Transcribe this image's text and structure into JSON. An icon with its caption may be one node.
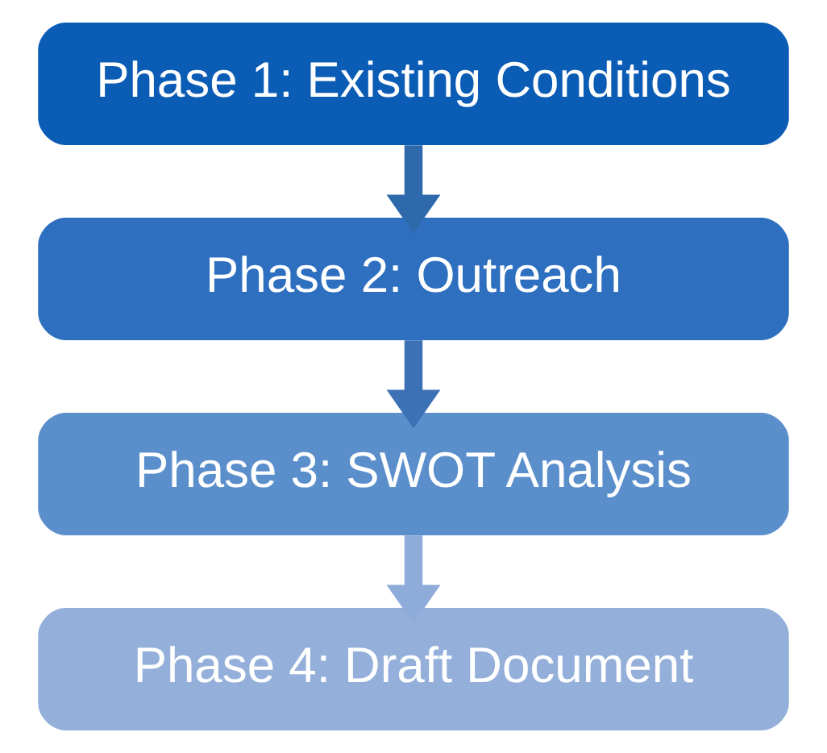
{
  "diagram": {
    "nodes": [
      {
        "text": [
          "Phase 1: Existing Conditions"
        ]
      },
      {
        "text": [
          "Phase 2: Outreach"
        ]
      },
      {
        "text": [
          "Phase 3: SWOT Analysis"
        ]
      },
      {
        "text": [
          "Phase 4: Draft Document"
        ]
      }
    ],
    "edges": [
      {
        "from": 0,
        "to": 1,
        "arrow": "to",
        "color": "#2e6aab"
      },
      {
        "from": 1,
        "to": 2,
        "arrow": "to",
        "color": "#3d71b6"
      },
      {
        "from": 2,
        "to": 3,
        "arrow": "to",
        "color": "#8eabd9"
      }
    ]
  }
}
